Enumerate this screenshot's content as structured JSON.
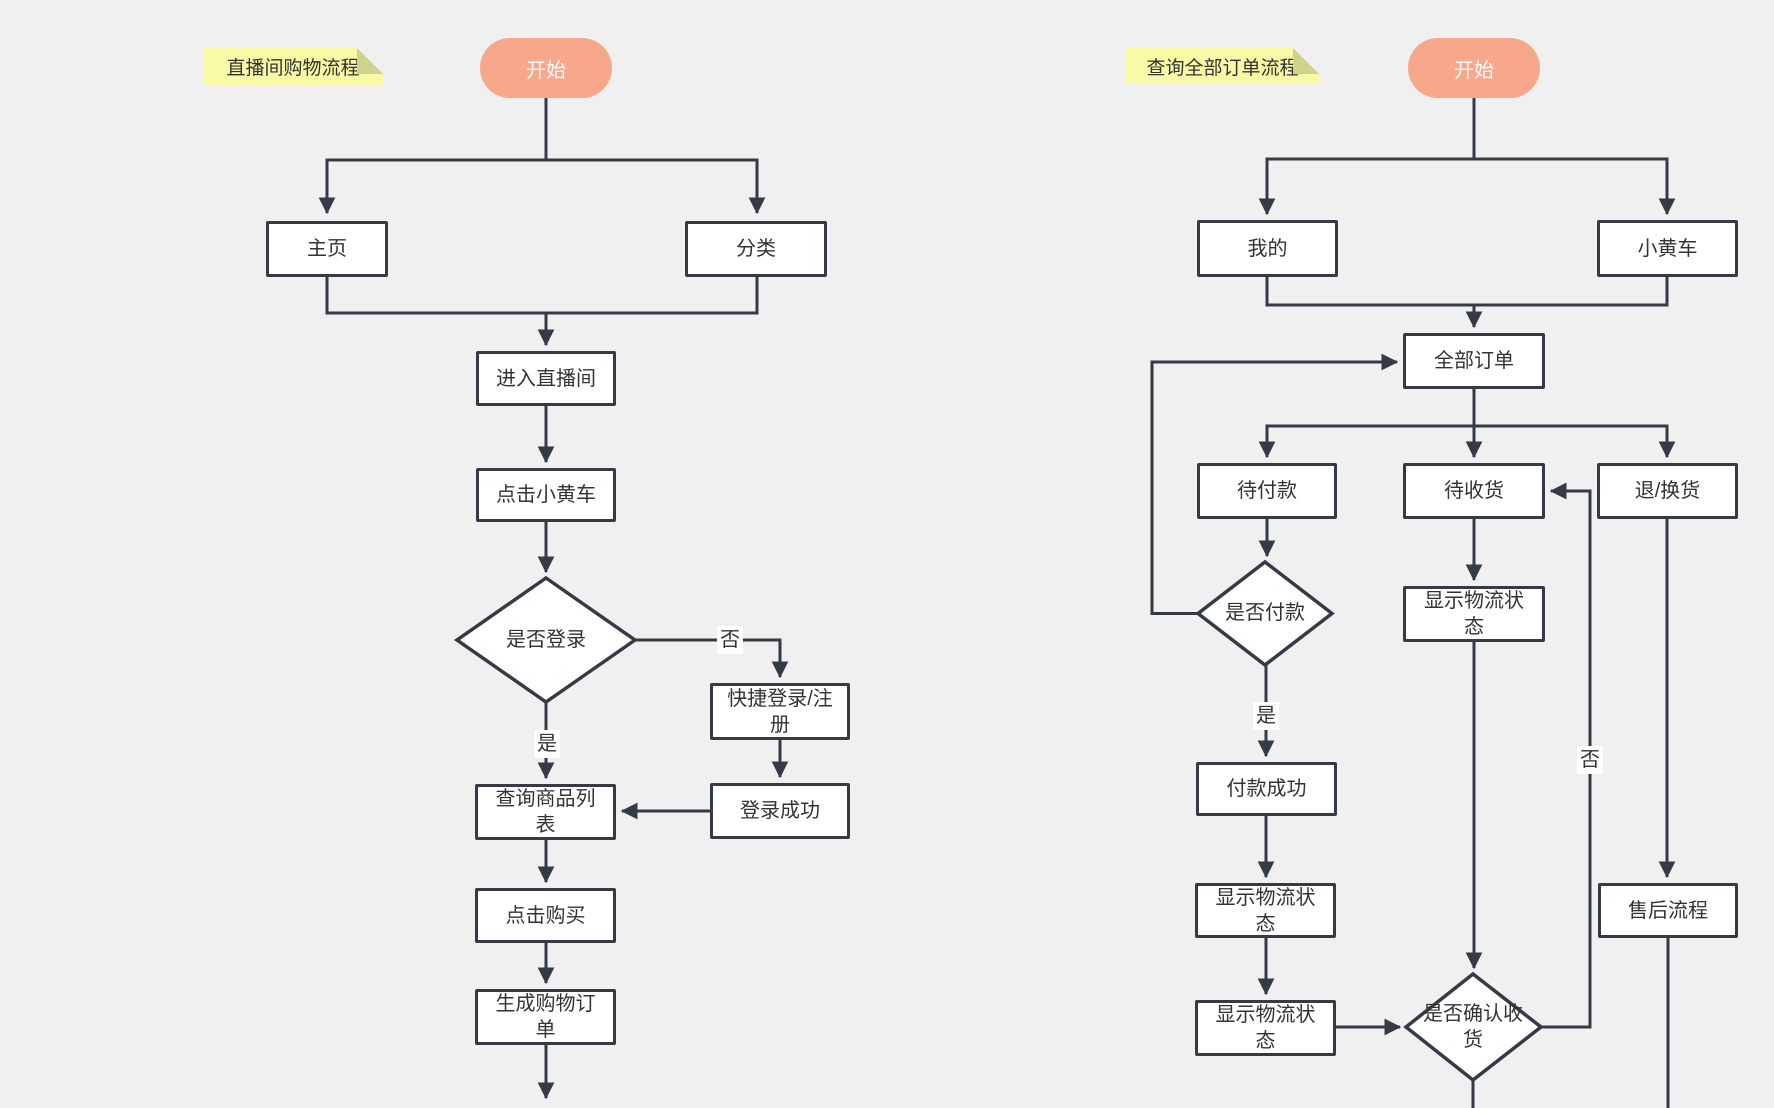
{
  "colors": {
    "canvas_bg": "#f0f0f0",
    "shape_fill": "#ffffff",
    "shape_border": "#343a46",
    "line": "#343a46",
    "text": "#333333",
    "start_fill": "#f7a78a",
    "start_text": "#ffffff",
    "note_fill": "#f9f9a5",
    "note_fold": "#cfd28c"
  },
  "flow1": {
    "note": "直播间购物流程",
    "start": "开始",
    "home": "主页",
    "category": "分类",
    "enter_live_room": "进入直播间",
    "click_yellow_cart": "点击小黄车",
    "decision_login": "是否登录",
    "label_no": "否",
    "label_yes": "是",
    "quick_login_register": "快捷登录/注册",
    "login_success": "登录成功",
    "query_product_list": "查询商品列表",
    "click_buy": "点击购买",
    "create_purchase_order": "生成购物订单"
  },
  "flow2": {
    "note": "查询全部订单流程",
    "start": "开始",
    "mine": "我的",
    "yellow_cart": "小黄车",
    "all_orders": "全部订单",
    "pending_payment": "待付款",
    "pending_receipt": "待收货",
    "return_exchange": "退/换货",
    "decision_payment": "是否付款",
    "label_yes": "是",
    "label_no": "否",
    "payment_success": "付款成功",
    "logistics_status_1": "显示物流状态",
    "logistics_status_2": "显示物流状态",
    "logistics_status_3": "显示物流状态",
    "decision_confirm_receipt": "是否确认收货",
    "after_sales_process": "售后流程"
  }
}
